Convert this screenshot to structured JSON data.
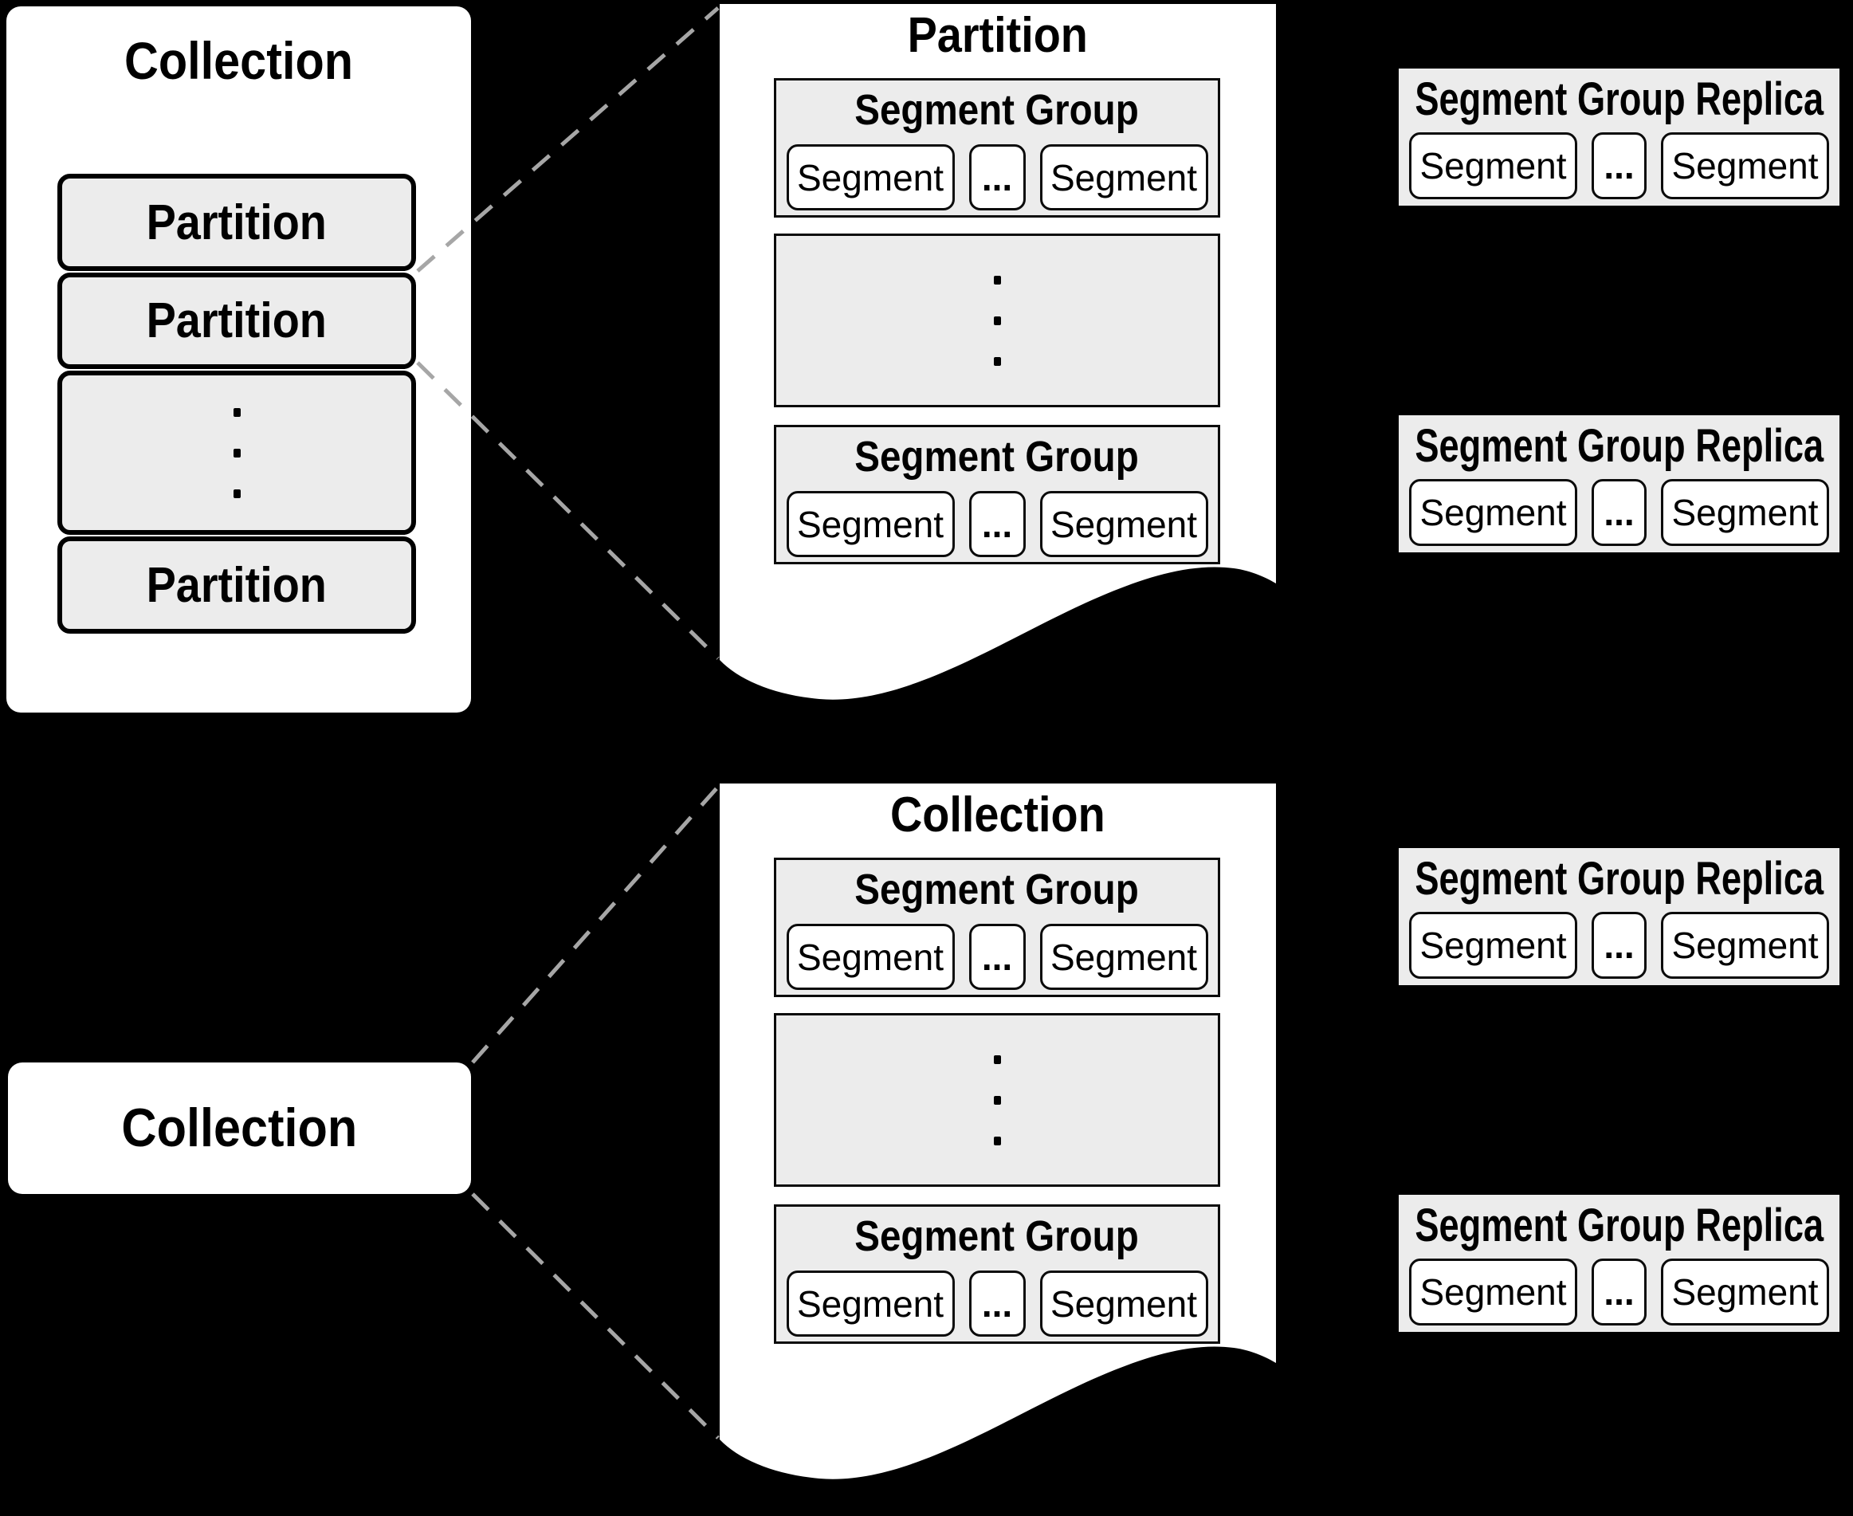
{
  "colors": {
    "background": "#000000",
    "panel_white": "#ffffff",
    "box_fill": "#ececec",
    "border": "#000000",
    "dashed_line": "#a6a6a6"
  },
  "top_left_panel": {
    "title": "Collection",
    "partitions": [
      "Partition",
      "Partition",
      "Partition"
    ],
    "vertical_dots": "⋮"
  },
  "partition_detail_panel": {
    "title": "Partition",
    "segment_groups": [
      {
        "title": "Segment Group",
        "segment_left": "Segment",
        "ellipsis": "...",
        "segment_right": "Segment"
      },
      {
        "title": "Segment Group",
        "segment_left": "Segment",
        "ellipsis": "...",
        "segment_right": "Segment"
      }
    ],
    "vertical_dots": "⋮"
  },
  "collection_detail_panel": {
    "title": "Collection",
    "segment_groups": [
      {
        "title": "Segment Group",
        "segment_left": "Segment",
        "ellipsis": "...",
        "segment_right": "Segment"
      },
      {
        "title": "Segment Group",
        "segment_left": "Segment",
        "ellipsis": "...",
        "segment_right": "Segment"
      }
    ],
    "vertical_dots": "⋮"
  },
  "bottom_left_bar": {
    "title": "Collection"
  },
  "replica_boxes": [
    {
      "title": "Segment Group Replica",
      "segment_left": "Segment",
      "ellipsis": "...",
      "segment_right": "Segment"
    },
    {
      "title": "Segment Group Replica",
      "segment_left": "Segment",
      "ellipsis": "...",
      "segment_right": "Segment"
    },
    {
      "title": "Segment Group Replica",
      "segment_left": "Segment",
      "ellipsis": "...",
      "segment_right": "Segment"
    },
    {
      "title": "Segment Group Replica",
      "segment_left": "Segment",
      "ellipsis": "...",
      "segment_right": "Segment"
    }
  ]
}
